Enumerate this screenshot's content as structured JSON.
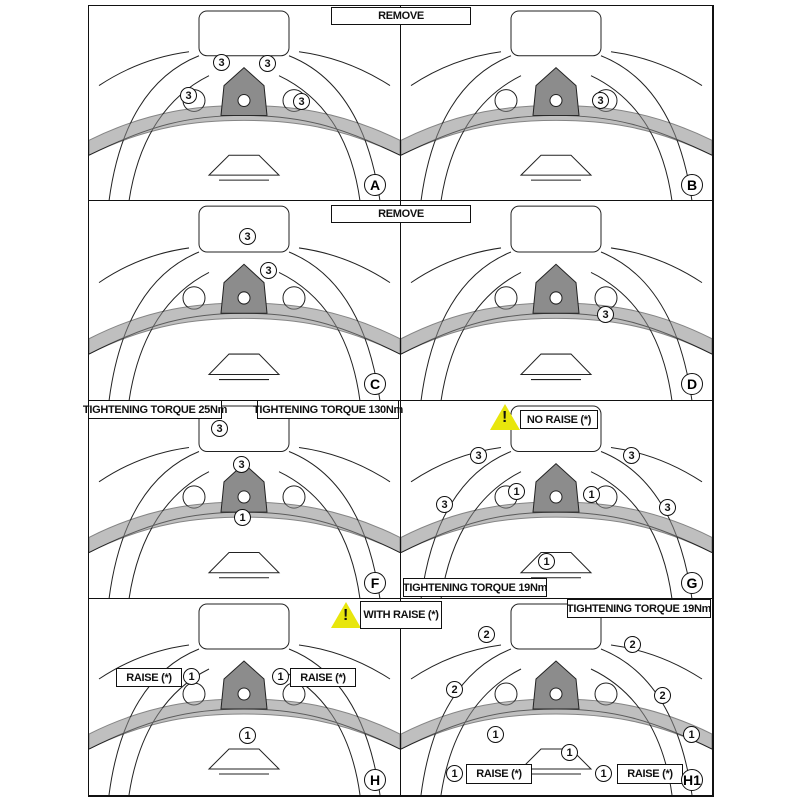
{
  "banners": {
    "remove_top": "REMOVE",
    "remove_middle": "REMOVE"
  },
  "panels": {
    "A": {
      "letter": "A",
      "callouts": [
        "3",
        "3",
        "3",
        "3"
      ]
    },
    "B": {
      "letter": "B",
      "callouts": [
        "3"
      ]
    },
    "C": {
      "letter": "C",
      "callouts": [
        "3",
        "3"
      ]
    },
    "D": {
      "letter": "D",
      "callouts": [
        "3"
      ]
    },
    "F": {
      "letter": "F",
      "torque_left": "TIGHTENING TORQUE 25Nm",
      "torque_right": "TIGHTENING TORQUE 130Nm",
      "callouts": [
        "3",
        "3",
        "1"
      ]
    },
    "G": {
      "letter": "G",
      "warning": "NO RAISE (*)",
      "torque": "TIGHTENING TORQUE 19Nm",
      "callouts": [
        "3",
        "3",
        "3",
        "3",
        "1",
        "1",
        "1"
      ]
    },
    "H": {
      "letter": "H",
      "warning": "WITH RAISE (*)",
      "raise_left": "RAISE (*)",
      "raise_right": "RAISE (*)",
      "callouts": [
        "1",
        "1",
        "1"
      ]
    },
    "H1": {
      "letter": "H1",
      "torque": "TIGHTENING TORQUE 19Nm",
      "raise_left": "RAISE (*)",
      "raise_right": "RAISE (*)",
      "callouts_2": [
        "2",
        "2",
        "2",
        "2"
      ],
      "callouts_1": [
        "1",
        "1",
        "1",
        "1",
        "1"
      ]
    }
  },
  "colors": {
    "warning": "#e8e60c",
    "part": "#8c8c8c",
    "line": "#111111"
  }
}
